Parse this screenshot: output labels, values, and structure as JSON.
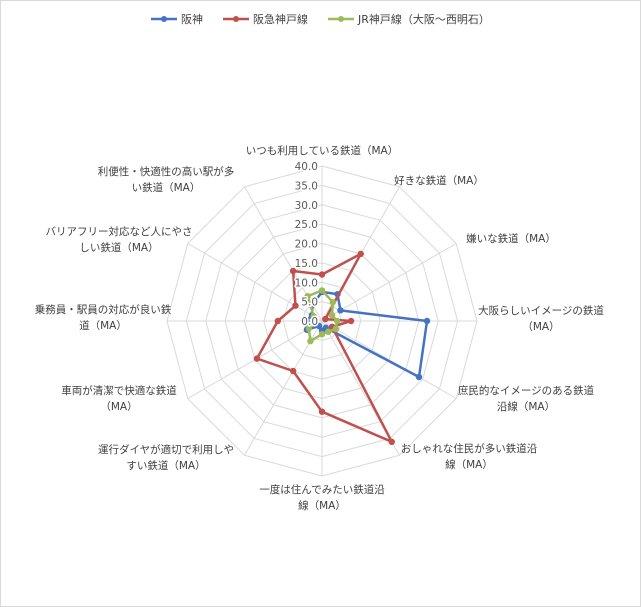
{
  "chart_data": {
    "type": "radar",
    "legend_position": "top",
    "grid": true,
    "rlim": [
      0,
      40
    ],
    "r_ticks": [
      "0.0",
      "5.0",
      "10.0",
      "15.0",
      "20.0",
      "25.0",
      "30.0",
      "35.0",
      "40.0"
    ],
    "categories": [
      [
        "いつも利用している鉄道（MA）"
      ],
      [
        "好きな鉄道（MA）"
      ],
      [
        "嫌いな鉄道（MA）"
      ],
      [
        "大阪らしいイメージの鉄道",
        "（MA）"
      ],
      [
        "庶民的なイメージのある鉄道",
        "沿線（MA）"
      ],
      [
        "おしゃれな住民が多い鉄道沿",
        "線（MA）"
      ],
      [
        "一度は住んでみたい鉄道沿",
        "線（MA）"
      ],
      [
        "運行ダイヤが適切で利用しや",
        "すい鉄道（MA）"
      ],
      [
        "車両が清潔で快適な鉄道",
        "（MA）"
      ],
      [
        "乗務員・駅員の対応が良い鉄",
        "道（MA）"
      ],
      [
        "バリアフリー対応など人にやさ",
        "しい鉄道（MA）"
      ],
      [
        "利便性・快適性の高い駅が多",
        "い鉄道（MA）"
      ]
    ],
    "series": [
      {
        "name": "阪神",
        "color": "#4472C4",
        "values": [
          7.5,
          8.0,
          5.5,
          27.1,
          28.9,
          2.0,
          2.5,
          1.5,
          4.5,
          4.0,
          3.0,
          4.9
        ]
      },
      {
        "name": "阪急神戸線",
        "color": "#C0504D",
        "values": [
          12.0,
          20.0,
          1.0,
          7.5,
          3.0,
          36.0,
          23.4,
          14.9,
          19.4,
          11.4,
          7.9,
          14.9
        ]
      },
      {
        "name": "JR神戸線（大阪～西明石）",
        "color": "#9BBB59",
        "values": [
          7.9,
          5.6,
          3.0,
          3.9,
          4.1,
          3.2,
          3.4,
          6.0,
          3.9,
          2.0,
          2.5,
          7.4
        ]
      }
    ]
  }
}
